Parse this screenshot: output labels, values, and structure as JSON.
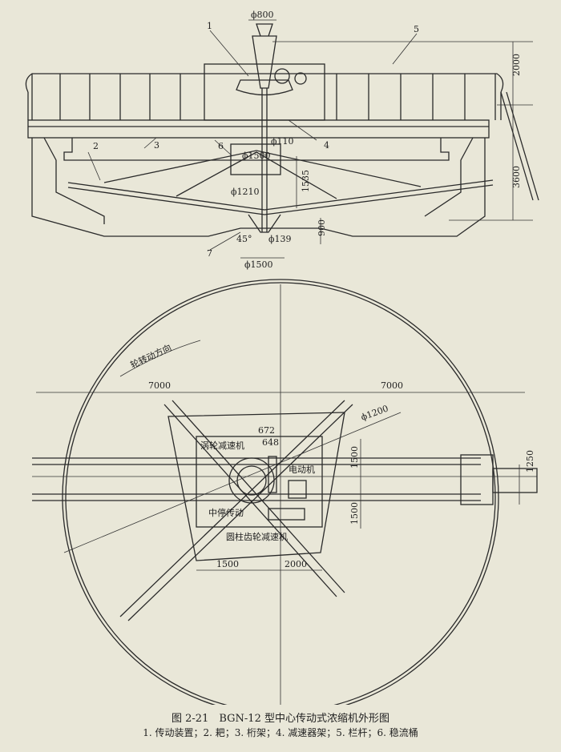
{
  "elevation": {
    "labels": {
      "d800": "ϕ800",
      "n1": "1",
      "n2": "2",
      "n3": "3",
      "n4": "4",
      "n5": "5",
      "n6": "6",
      "n7": "7",
      "h2000": "2000",
      "h3600": "3600",
      "d1500": "ϕ1500",
      "d110": "ϕ110",
      "h1535": "1535",
      "d1210": "ϕ1210",
      "h900": "900",
      "a45": "45°",
      "d139": "ϕ139",
      "d1500b": "ϕ1500"
    }
  },
  "plan": {
    "labels": {
      "rotation": "轮转动方向",
      "w7000l": "7000",
      "w7000r": "7000",
      "d1200": "ϕ1200",
      "w672": "672",
      "w648": "648",
      "worm": "涡轮减速机",
      "motor": "电动机",
      "mid": "中停传动",
      "spur": "圆柱齿轮减速机",
      "v1500a": "1500",
      "v1500b": "1500",
      "h1500": "1500",
      "h2000": "2000",
      "w1250": "1250"
    }
  },
  "caption": {
    "title": "图 2-21　BGN-12 型中心传动式浓缩机外形图",
    "legend": "1. 传动装置；2. 耙；3. 桁架；4. 减速器架；5. 栏杆；6. 稳流桶"
  }
}
